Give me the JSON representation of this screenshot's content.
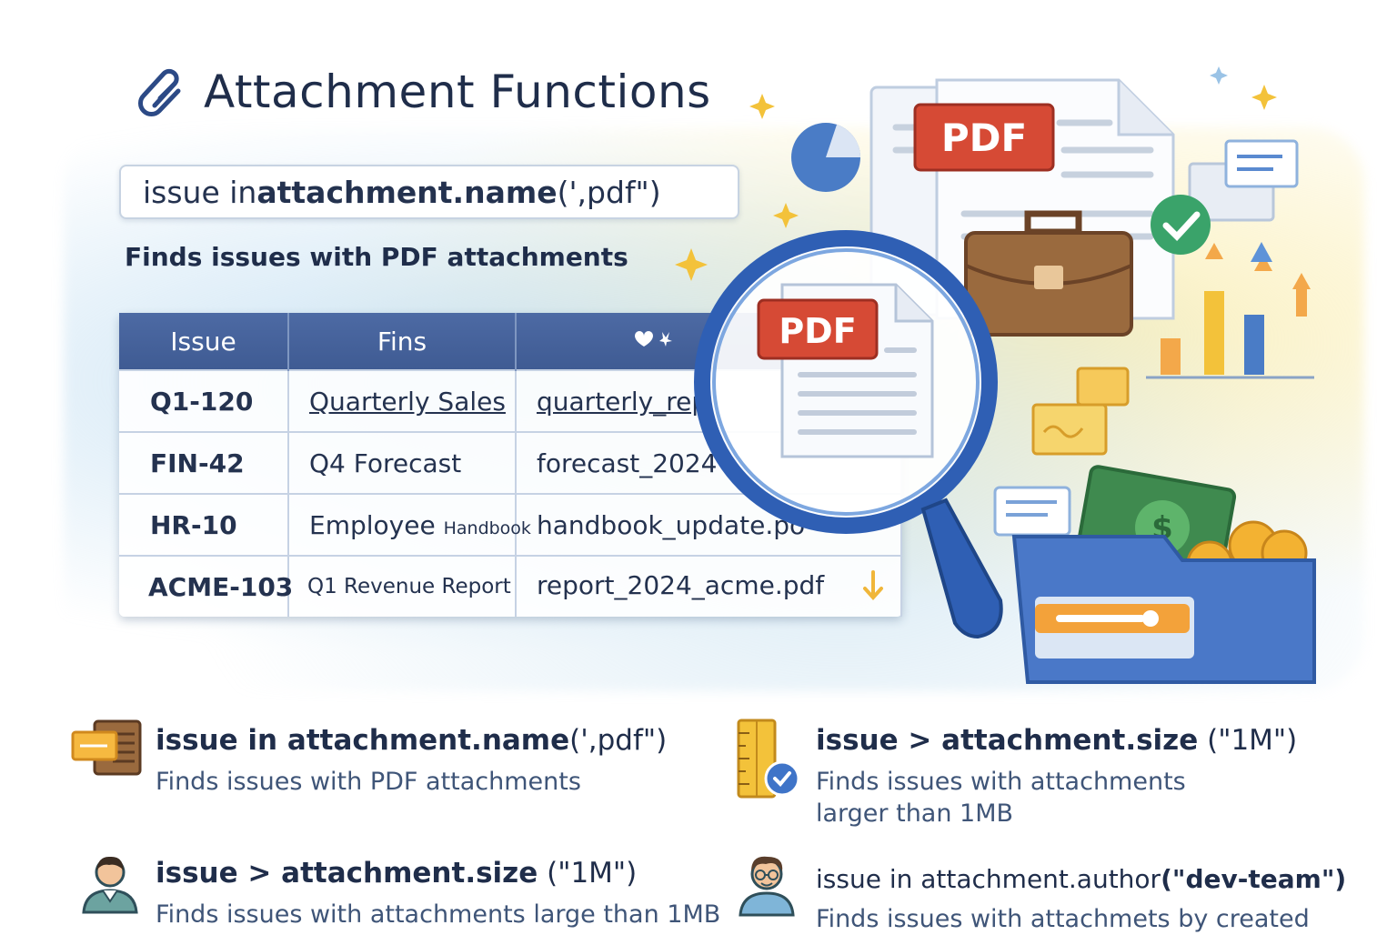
{
  "title": "Attachment Functions",
  "query": {
    "prefix": "issue in ",
    "function": "attachment.name",
    "args": "(',pdf\")"
  },
  "query_description": "Finds issues with PDF attachments",
  "table": {
    "headers": [
      "Issue",
      "Fins",
      ""
    ],
    "rows": [
      {
        "id": "Q1-120",
        "name": "Quarterly Sales",
        "file": "quarterly_rep"
      },
      {
        "id": "FIN-42",
        "name": "Q4 Forecast",
        "file": "forecast_2024"
      },
      {
        "id": "HR-10",
        "name_main": "Employee",
        "name_small": "Handbook",
        "file": "handbook_update.po"
      },
      {
        "id": "ACME-103",
        "name": "Q1 Revenue Report",
        "file": "report_2024_acme.pdf"
      }
    ]
  },
  "illustration": {
    "pdf_label_back": "PDF",
    "pdf_label_lens": "PDF"
  },
  "examples": [
    {
      "head_bold": "issue in attachment.name",
      "head_rest": "(',pdf\")",
      "desc": "Finds issues with PDF attachments",
      "icon": "document-stack-icon"
    },
    {
      "head_bold": "issue > attachment.size",
      "head_rest": " (\"1M\")",
      "desc": "Finds issues with attachments larger than 1MB",
      "icon": "ruler-check-icon"
    },
    {
      "head_bold": "issue > attachment.size",
      "head_rest": " (\"1M\")",
      "desc": "Finds issues with attachments large than 1MB",
      "icon": "user-avatar-icon"
    },
    {
      "head_prefix": "issue in attachment.author",
      "head_bold": "(\"dev-team\")",
      "desc": "Finds issues with attachmets by created",
      "icon": "developer-avatar-icon"
    }
  ],
  "colors": {
    "header_blue": "#4d6aa4",
    "pdf_red": "#d64a35",
    "accent_yellow": "#f3c23a"
  }
}
